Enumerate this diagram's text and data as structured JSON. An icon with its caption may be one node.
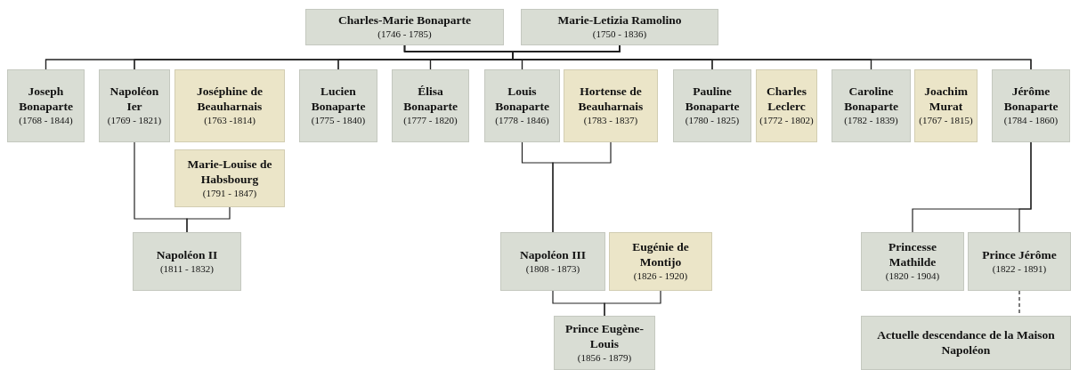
{
  "diagram": {
    "nodes": [
      {
        "text": [
          "Charles-Marie Bonaparte",
          "(1746 - 1785)"
        ]
      },
      {
        "text": [
          "Marie-Letizia Ramolino",
          "(1750 - 1836)"
        ]
      },
      {
        "text": [
          "Joseph Bonaparte",
          "(1768 - 1844)"
        ]
      },
      {
        "text": [
          "Napoléon Ier",
          "(1769 - 1821)"
        ]
      },
      {
        "text": [
          "Joséphine de Beauharnais",
          "(1763 -1814)"
        ]
      },
      {
        "text": [
          "Lucien Bonaparte",
          "(1775 - 1840)"
        ]
      },
      {
        "text": [
          "Élisa Bonaparte",
          "(1777 - 1820)"
        ]
      },
      {
        "text": [
          "Louis Bonaparte",
          "(1778 - 1846)"
        ]
      },
      {
        "text": [
          "Hortense de Beauharnais",
          "(1783 - 1837)"
        ]
      },
      {
        "text": [
          "Pauline Bonaparte",
          "(1780 - 1825)"
        ]
      },
      {
        "text": [
          "Charles Leclerc",
          "(1772 - 1802)"
        ]
      },
      {
        "text": [
          "Caroline Bonaparte",
          "(1782 - 1839)"
        ]
      },
      {
        "text": [
          "Joachim Murat",
          "(1767 - 1815)"
        ]
      },
      {
        "text": [
          "Jérôme Bonaparte",
          "(1784 - 1860)"
        ]
      },
      {
        "text": [
          "Marie-Louise de Habsbourg",
          "(1791 - 1847)"
        ]
      },
      {
        "text": [
          "Napoléon II",
          "(1811 - 1832)"
        ]
      },
      {
        "text": [
          "Napoléon III",
          "(1808 - 1873)"
        ]
      },
      {
        "text": [
          "Eugénie de Montijo",
          "(1826 - 1920)"
        ]
      },
      {
        "text": [
          "Prince Eugène-Louis",
          "(1856 - 1879)"
        ]
      },
      {
        "text": [
          "Princesse Mathilde",
          "(1820 - 1904)"
        ]
      },
      {
        "text": [
          "Prince Jérôme",
          "(1822 - 1891)"
        ]
      },
      {
        "text": [
          "Actuelle descendance de la Maison Napoléon"
        ]
      }
    ],
    "edges": [
      {
        "from": 0,
        "to": 2,
        "arrow": "none"
      },
      {
        "from": 0,
        "to": 3,
        "arrow": "none"
      },
      {
        "from": 0,
        "to": 5,
        "arrow": "none"
      },
      {
        "from": 0,
        "to": 6,
        "arrow": "none"
      },
      {
        "from": 0,
        "to": 7,
        "arrow": "none"
      },
      {
        "from": 0,
        "to": 9,
        "arrow": "none"
      },
      {
        "from": 0,
        "to": 11,
        "arrow": "none"
      },
      {
        "from": 0,
        "to": 13,
        "arrow": "none"
      },
      {
        "from": 1,
        "to": 2,
        "arrow": "none"
      },
      {
        "from": 1,
        "to": 3,
        "arrow": "none"
      },
      {
        "from": 1,
        "to": 5,
        "arrow": "none"
      },
      {
        "from": 1,
        "to": 6,
        "arrow": "none"
      },
      {
        "from": 1,
        "to": 7,
        "arrow": "none"
      },
      {
        "from": 1,
        "to": 9,
        "arrow": "none"
      },
      {
        "from": 1,
        "to": 11,
        "arrow": "none"
      },
      {
        "from": 1,
        "to": 13,
        "arrow": "none"
      },
      {
        "from": 3,
        "to": 15,
        "arrow": "none"
      },
      {
        "from": 14,
        "to": 15,
        "arrow": "none"
      },
      {
        "from": 7,
        "to": 16,
        "arrow": "none"
      },
      {
        "from": 8,
        "to": 16,
        "arrow": "none"
      },
      {
        "from": 16,
        "to": 18,
        "arrow": "none"
      },
      {
        "from": 17,
        "to": 18,
        "arrow": "none"
      },
      {
        "from": 13,
        "to": 19,
        "arrow": "none"
      },
      {
        "from": 13,
        "to": 20,
        "arrow": "none"
      },
      {
        "from": 20,
        "to": 21,
        "arrow": "none",
        "style": "dashed"
      }
    ]
  }
}
